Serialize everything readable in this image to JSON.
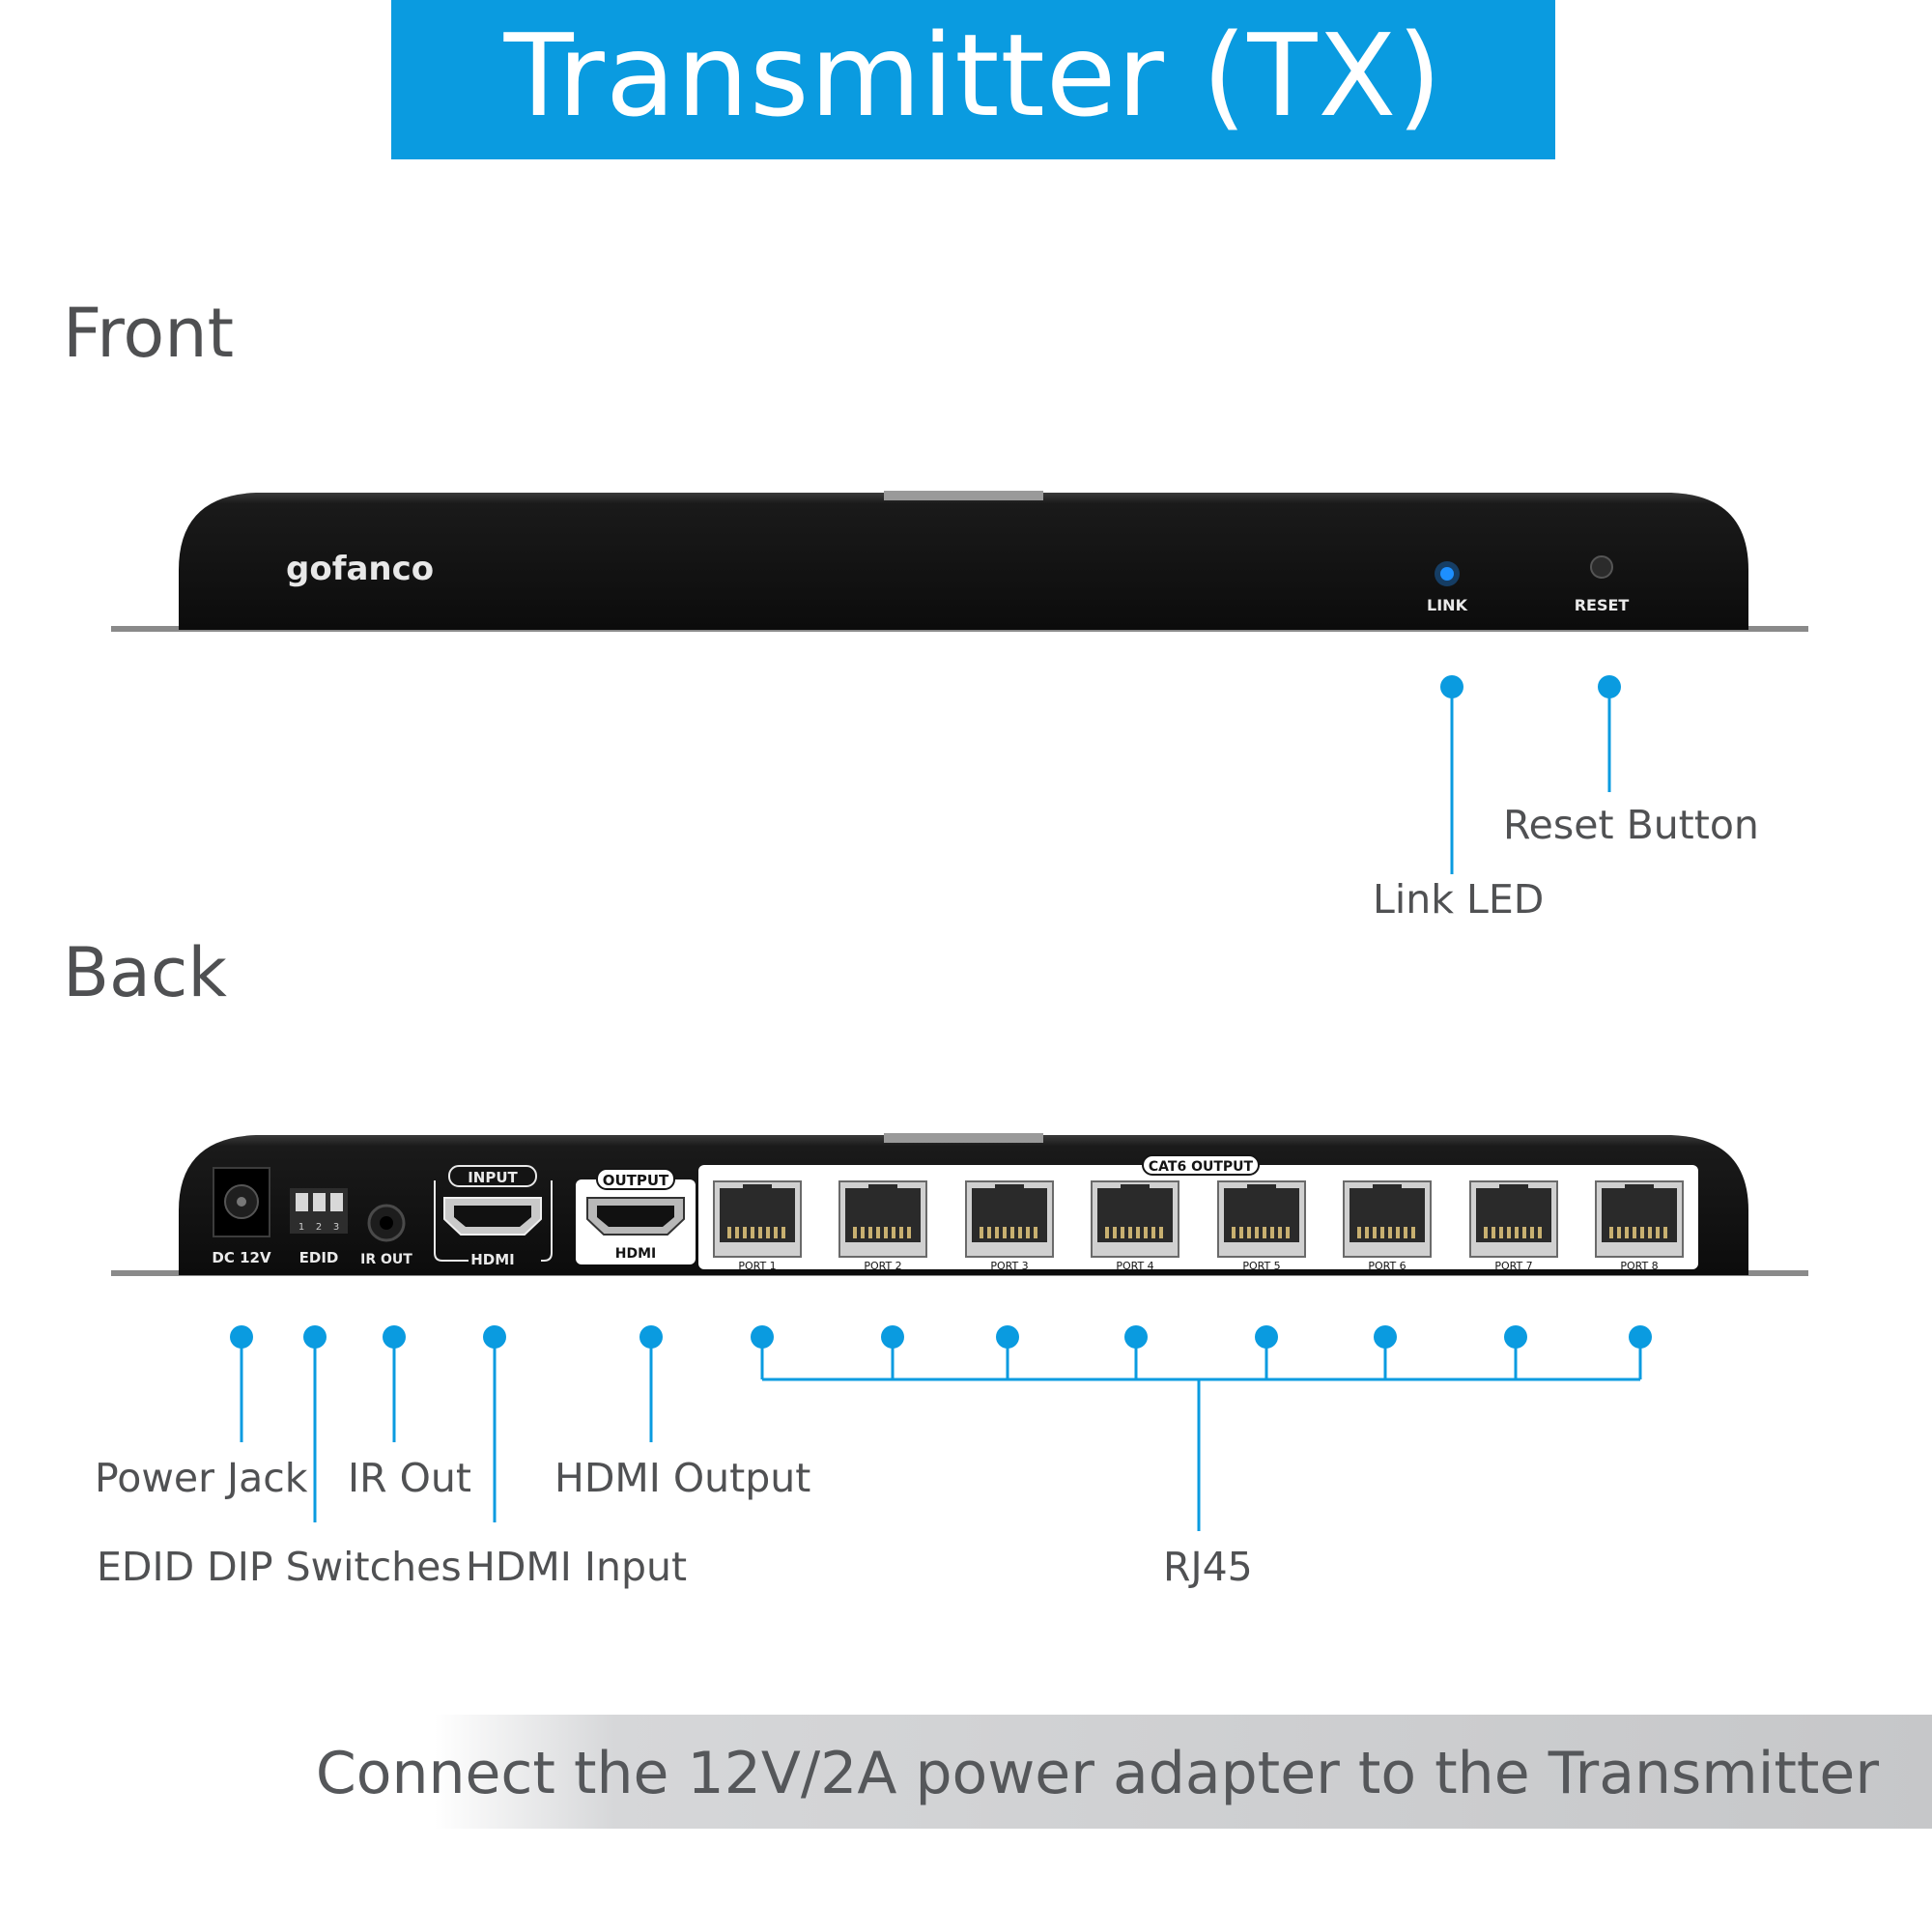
{
  "title": "Transmitter (TX)",
  "sections": {
    "front": "Front",
    "back": "Back"
  },
  "front_device": {
    "brand": "gofanco",
    "link_label": "LINK",
    "reset_label": "RESET"
  },
  "back_device": {
    "dc_label": "DC 12V",
    "edid_label": "EDID",
    "dip_numbers": [
      "1",
      "2",
      "3"
    ],
    "ir_label": "IR OUT",
    "input_tag": "INPUT",
    "input_hdmi": "HDMI",
    "output_tag": "OUTPUT",
    "output_hdmi": "HDMI",
    "cat6_label": "CAT6 OUTPUT",
    "ports": [
      "PORT 1",
      "PORT 2",
      "PORT 3",
      "PORT 4",
      "PORT 5",
      "PORT 6",
      "PORT 7",
      "PORT 8"
    ]
  },
  "callouts": {
    "link_led": "Link LED",
    "reset_button": "Reset Button",
    "power_jack": "Power Jack",
    "edid_dip": "EDID DIP Switches",
    "ir_out": "IR Out",
    "hdmi_input": "HDMI Input",
    "hdmi_output": "HDMI Output",
    "rj45": "RJ45"
  },
  "footer": "Connect the 12V/2A power adapter to the Transmitter",
  "colors": {
    "accent": "#0a9be0",
    "device": "#141414",
    "text": "#505153",
    "led": "#1e8fff"
  }
}
